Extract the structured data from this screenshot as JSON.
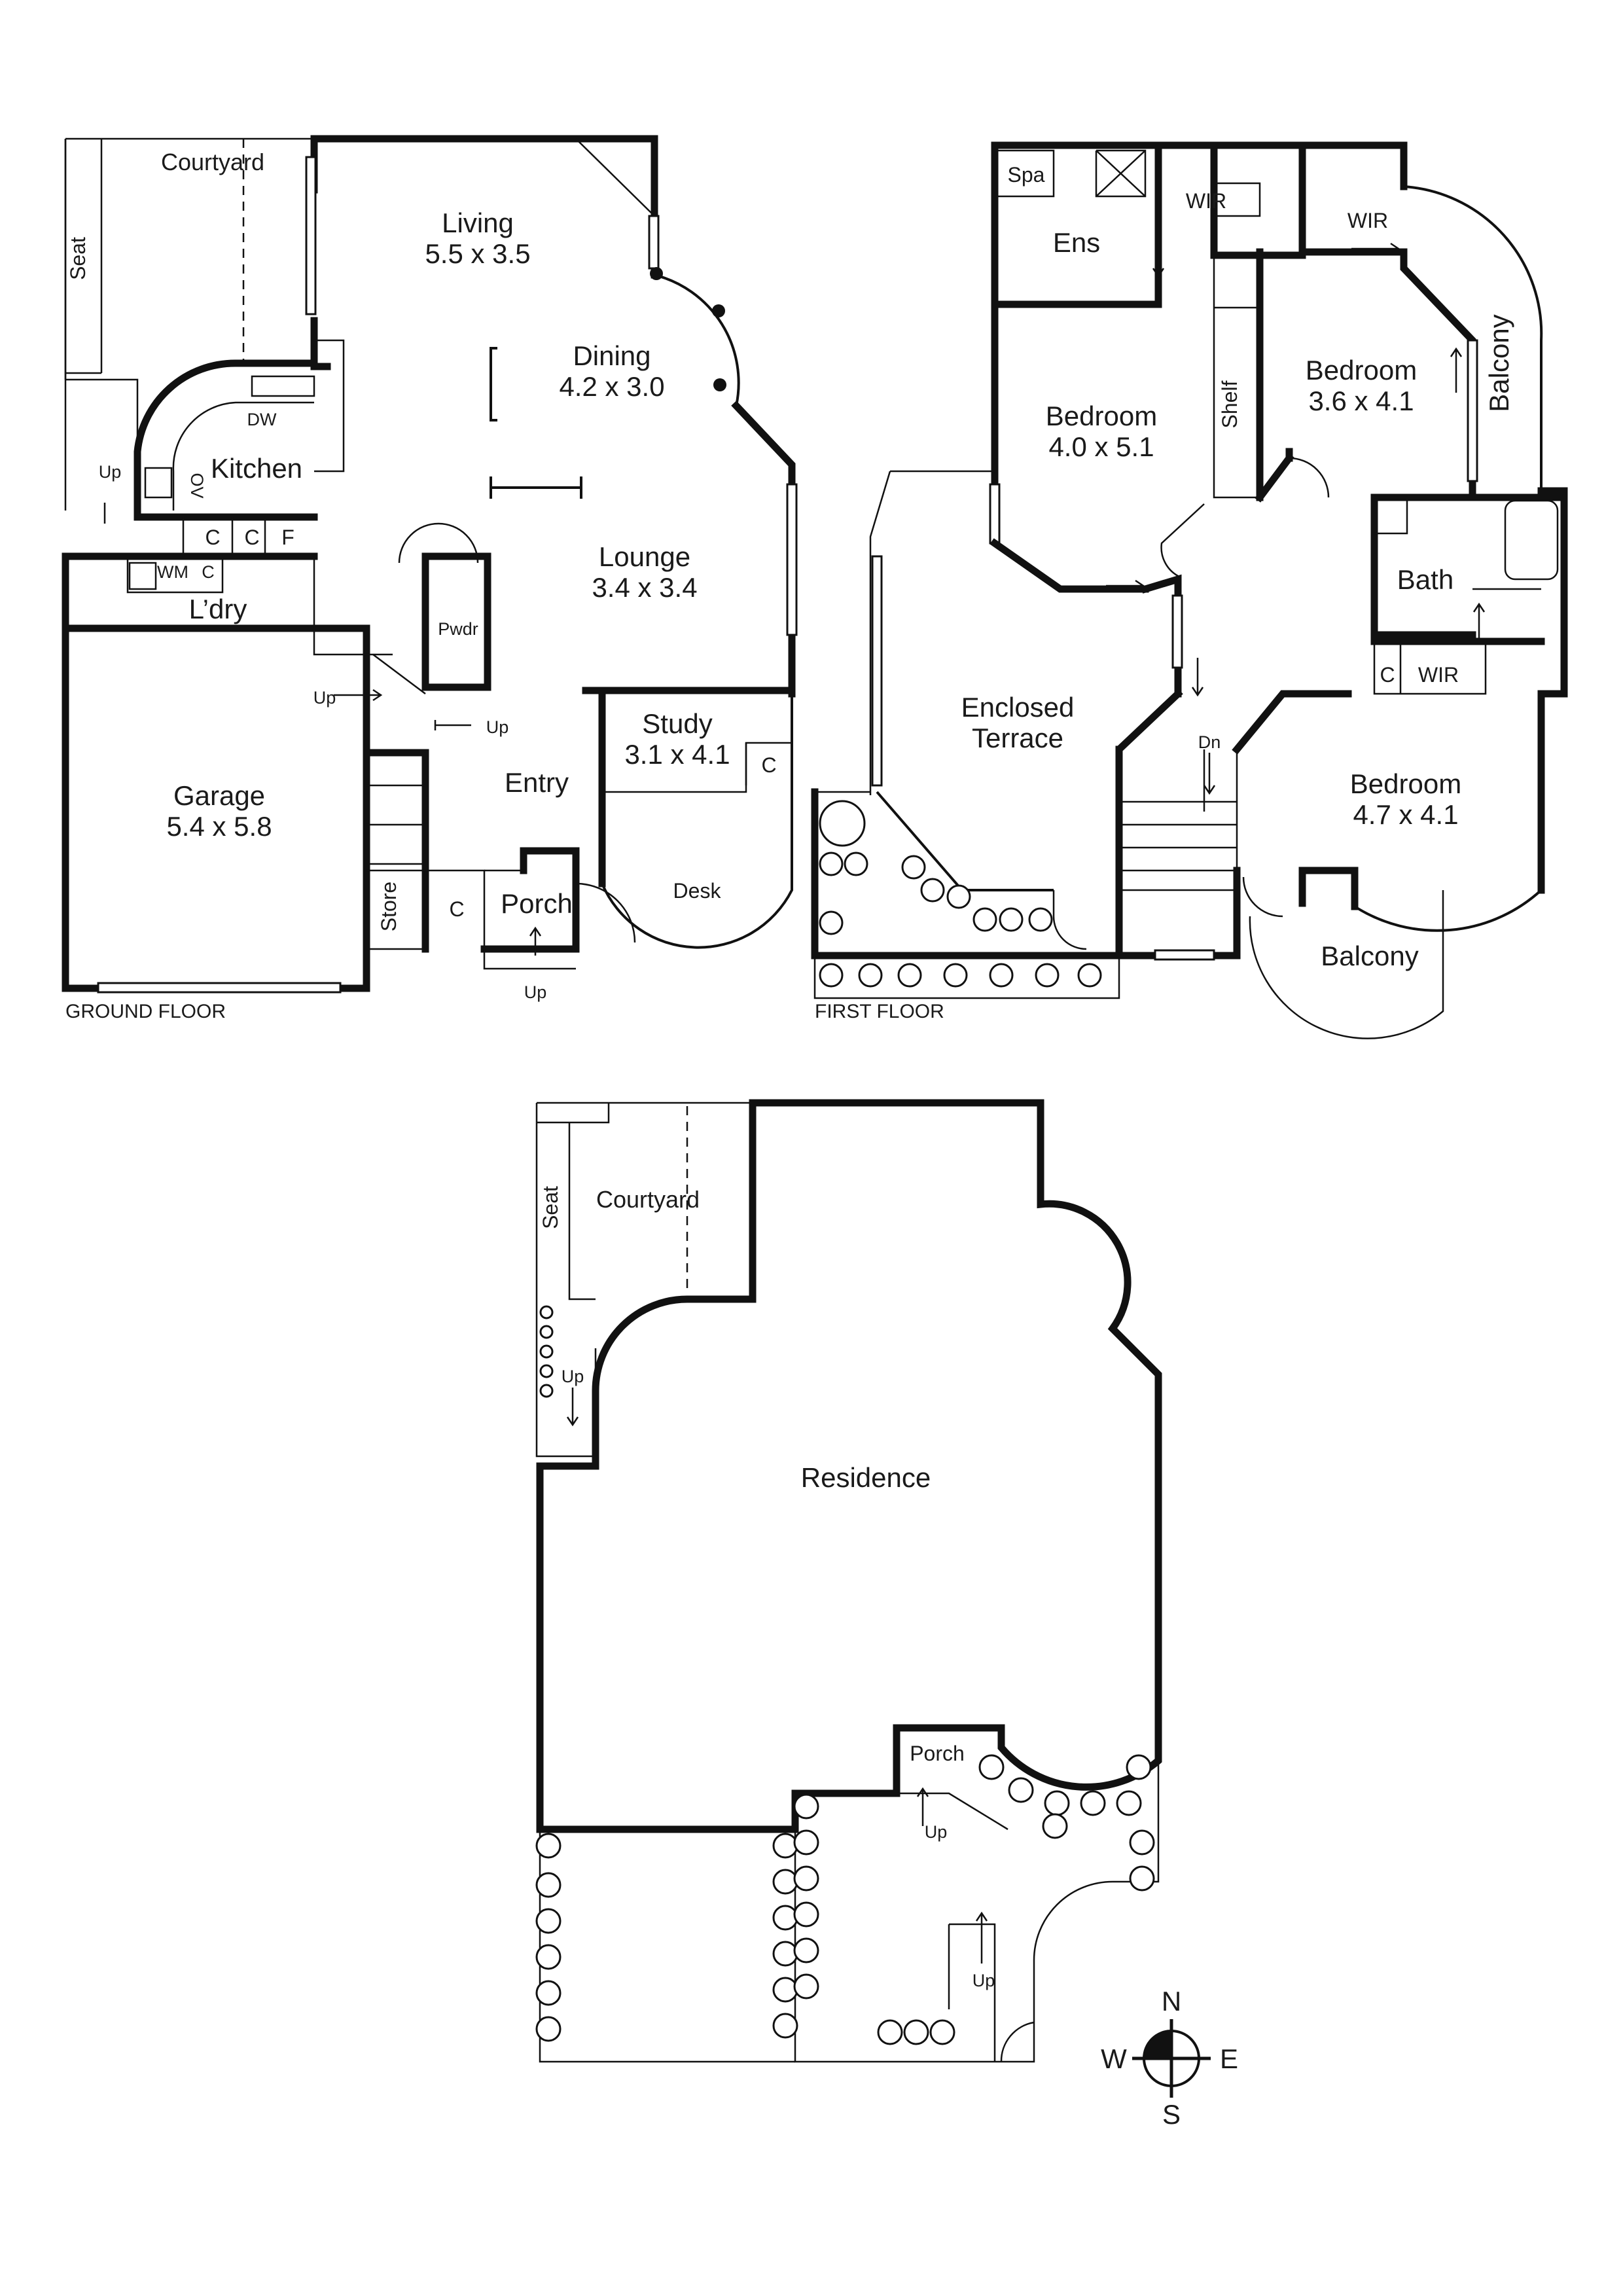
{
  "floors": {
    "ground": "GROUND FLOOR",
    "first": "FIRST FLOOR"
  },
  "ground": {
    "courtyard": "Courtyard",
    "seat": "Seat",
    "living": "Living",
    "living_dim": "5.5 x 3.5",
    "dining": "Dining",
    "dining_dim": "4.2 x 3.0",
    "kitchen": "Kitchen",
    "dw": "DW",
    "ov": "OV",
    "lounge": "Lounge",
    "lounge_dim": "3.4 x 3.4",
    "cupboard": "C",
    "fridge": "F",
    "wm": "WM",
    "laundry": "L’dry",
    "powder": "Pwdr",
    "up": "Up",
    "study": "Study",
    "study_dim": "3.1 x 4.1",
    "garage": "Garage",
    "garage_dim": "5.4 x 5.8",
    "entry": "Entry",
    "desk": "Desk",
    "store": "Store",
    "porch": "Porch"
  },
  "first": {
    "spa": "Spa",
    "ensuite": "Ens",
    "wir": "WIR",
    "bedroom": "Bedroom",
    "bedroom1_dim": "4.0 x 5.1",
    "bedroom2_dim": "3.6 x 4.1",
    "bedroom3_dim": "4.7 x 4.1",
    "shelf": "Shelf",
    "balcony": "Balcony",
    "bath": "Bath",
    "cupboard": "C",
    "enclosed": "Enclosed",
    "terrace": "Terrace",
    "down": "Dn"
  },
  "site": {
    "courtyard": "Courtyard",
    "seat": "Seat",
    "up": "Up",
    "residence": "Residence",
    "porch": "Porch"
  },
  "compass": {
    "n": "N",
    "s": "S",
    "e": "E",
    "w": "W"
  }
}
